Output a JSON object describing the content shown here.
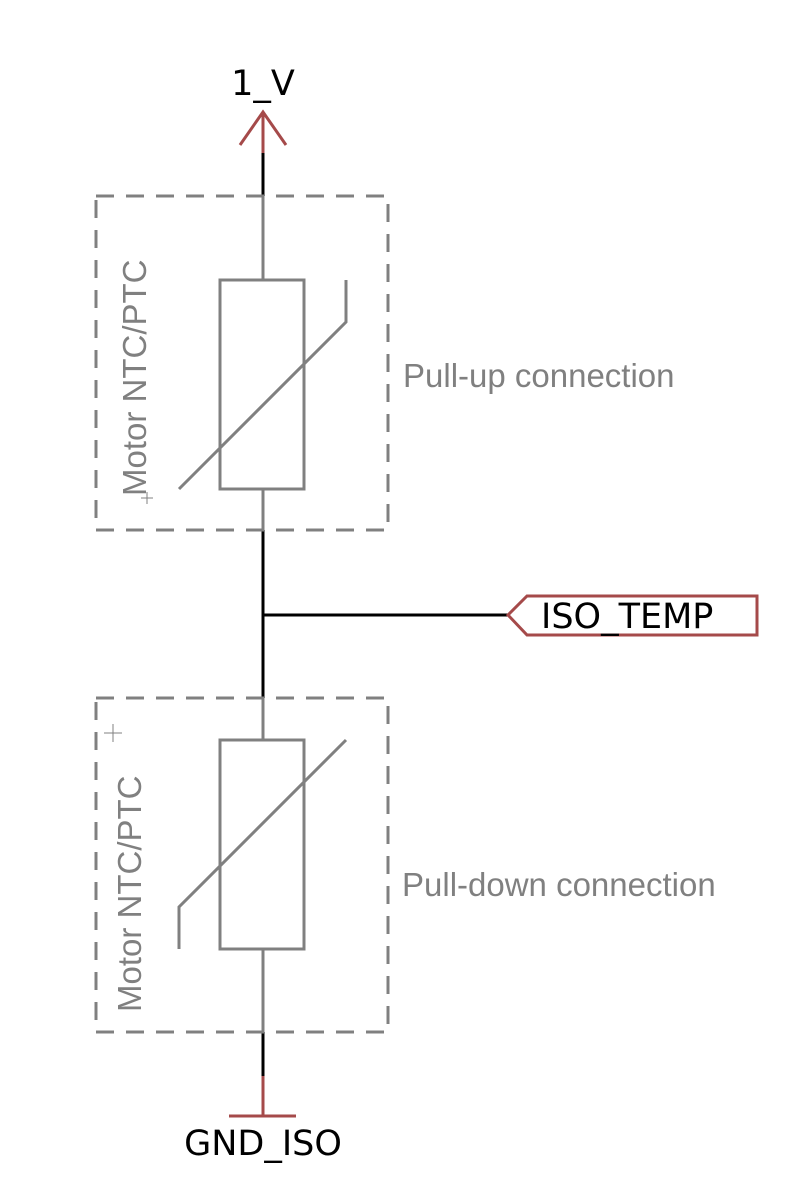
{
  "schematic": {
    "supply_net": "1_V",
    "ground_net": "GND_ISO",
    "signal_port": "ISO_TEMP",
    "components": [
      {
        "value": "Motor NTC/PTC",
        "note": "Pull-up connection",
        "role": "pull-up"
      },
      {
        "value": "Motor NTC/PTC",
        "note": "Pull-down connection",
        "role": "pull-down"
      }
    ]
  },
  "colors": {
    "wire": "#000000",
    "supply_symbol": "#a54a4a",
    "part_outline": "#808080",
    "text_grey": "#808080"
  }
}
